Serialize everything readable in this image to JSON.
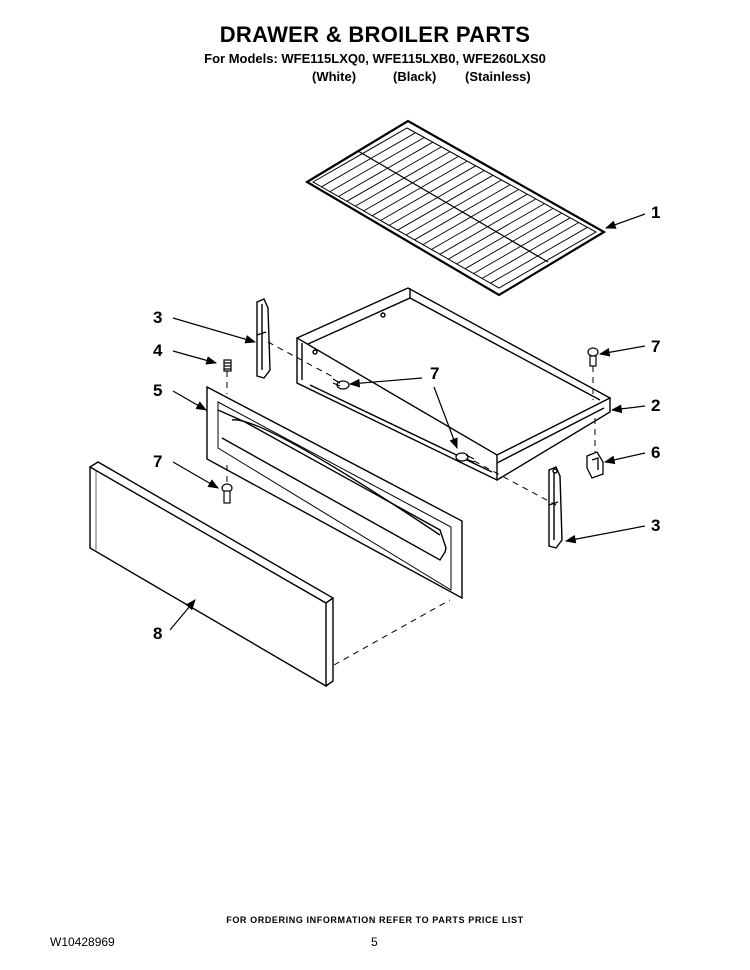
{
  "header": {
    "title": "DRAWER & BROILER PARTS",
    "models_line": "For Models: WFE115LXQ0, WFE115LXB0, WFE260LXS0",
    "variants": [
      "(White)",
      "(Black)",
      "(Stainless)"
    ]
  },
  "callouts": {
    "c1": "1",
    "c2": "2",
    "c3a": "3",
    "c3b": "3",
    "c4": "4",
    "c5": "5",
    "c6": "6",
    "c7a": "7",
    "c7b": "7",
    "c7c": "7",
    "c8": "8"
  },
  "footer": {
    "ordering_info": "FOR ORDERING INFORMATION REFER TO PARTS PRICE LIST",
    "document_number": "W10428969",
    "page_number": "5"
  }
}
